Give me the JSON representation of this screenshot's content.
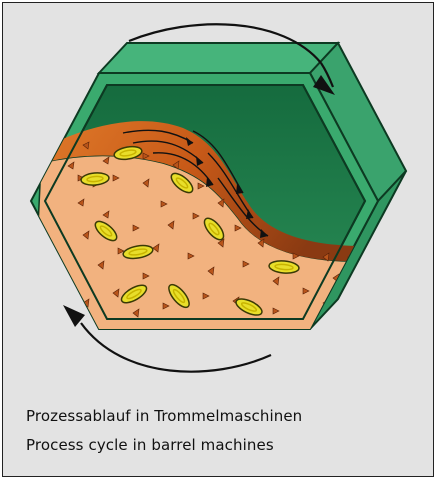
{
  "captions": {
    "line_de": "Prozessablauf in Trommelmaschinen",
    "line_en": "Process cycle in barrel machines"
  },
  "colors": {
    "background": "#e3e3e3",
    "hex_face_green": "#3aaa6e",
    "hex_side_green": "#2a8a57",
    "interior_green": "#1e7a4a",
    "bulk_material": "#f2b27f",
    "flow_band": "#c75a1a",
    "parts_yellow": "#e8de2a",
    "arrow": "#111111"
  },
  "icons": [
    "rotation-arrow-top",
    "rotation-arrow-bottom",
    "flow-arrows",
    "ring-parts",
    "triangle-media"
  ]
}
